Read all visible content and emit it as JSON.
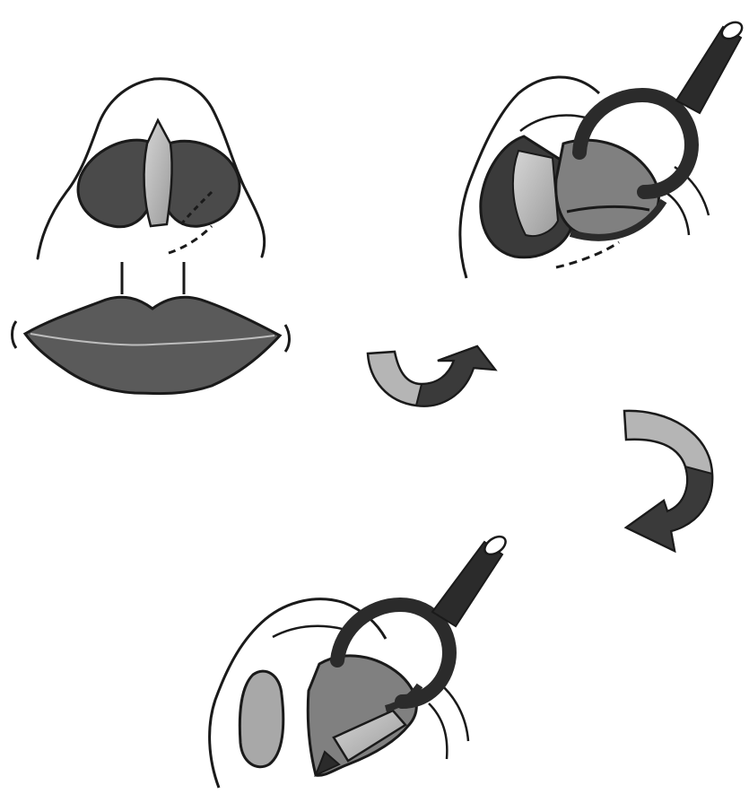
{
  "figure": {
    "panels": [
      {
        "id": "panel-1",
        "depiction": "nose-and-lips-frontal-view"
      },
      {
        "id": "panel-2",
        "depiction": "nose-oblique-with-retractor"
      },
      {
        "id": "panel-3",
        "depiction": "nose-oblique-with-retractor-and-graft"
      }
    ],
    "arrows": [
      {
        "id": "arrow-1",
        "from": "panel-1",
        "to": "panel-2"
      },
      {
        "id": "arrow-2",
        "from": "panel-2",
        "to": "panel-3"
      }
    ],
    "colors": {
      "ink": "#1a1a1a",
      "dark_fill": "#3d3d3d",
      "mid_fill": "#707070",
      "light_fill": "#b9b9b9",
      "paper": "#ffffff"
    }
  }
}
